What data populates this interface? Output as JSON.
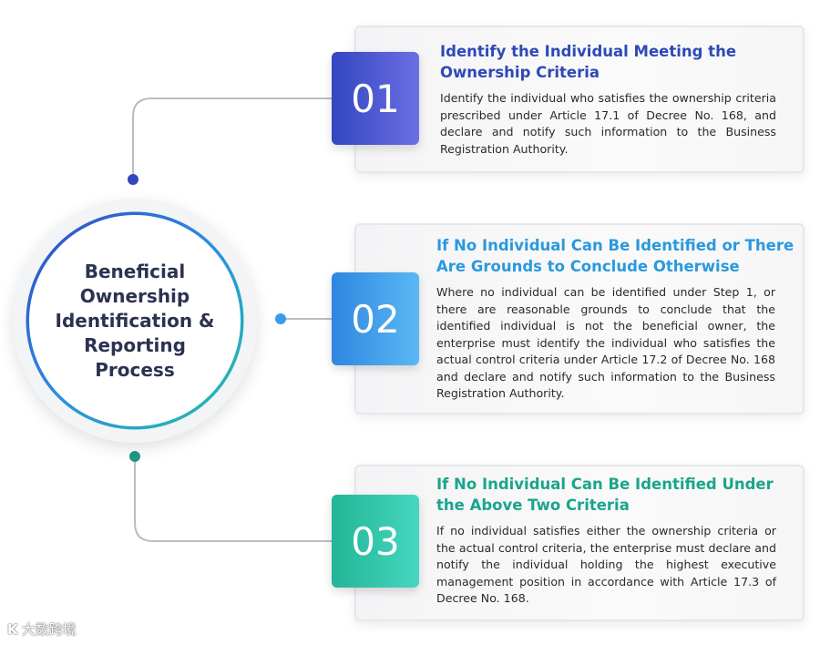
{
  "center": {
    "title": "Beneficial Ownership Identification & Reporting Process"
  },
  "steps": [
    {
      "number": "01",
      "title": "Identify the Individual Meeting the Ownership Criteria",
      "body": "Identify the individual who satisfies the ownership criteria prescribed under Article 17.1 of Decree No. 168, and declare and notify such information to the Business Registration Authority."
    },
    {
      "number": "02",
      "title": "If No Individual Can Be Identified or There Are Grounds to Conclude Otherwise",
      "body": "Where no individual can be identified under Step 1, or there are reasonable grounds to conclude that the identified individual is not the beneficial owner, the enterprise must identify the individual who satisfies the actual control criteria under Article 17.2 of Decree No. 168 and declare and notify such information to the Business Registration Authority."
    },
    {
      "number": "03",
      "title": "If No Individual Can Be Identified Under the Above Two Criteria",
      "body": "If no individual satisfies either the ownership criteria or the actual control criteria, the enterprise must declare and notify the individual holding the highest executive management position in accordance with Article 17.3 of Decree No. 168."
    }
  ],
  "colors": {
    "step1": "#3346c0",
    "step2": "#2f86e0",
    "step3": "#22b596",
    "center_text": "#2b3350"
  },
  "watermark": {
    "logo": "K",
    "text": "大数跨境"
  }
}
